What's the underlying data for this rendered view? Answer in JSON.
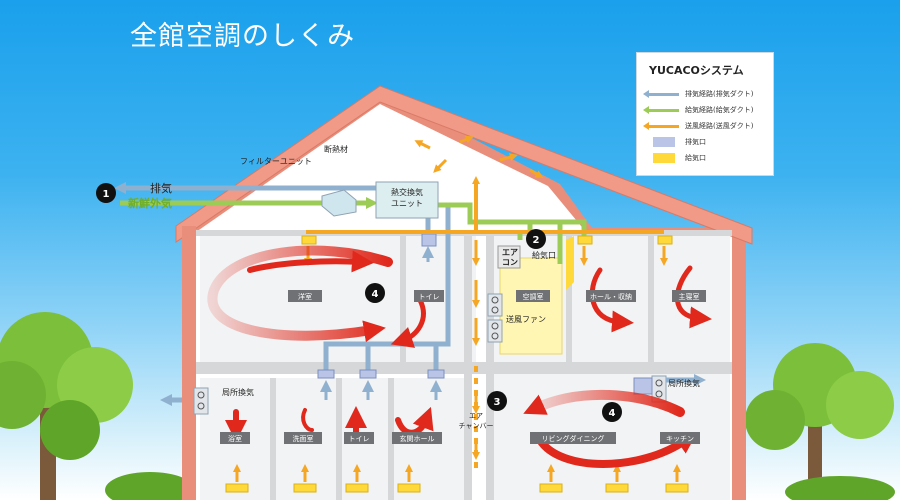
{
  "title": "全館空調のしくみ",
  "legend": {
    "title": "YUCACOシステム",
    "items": [
      {
        "label": "排気経路(排気ダクト)",
        "color": "#8fb0cf",
        "kind": "arrow"
      },
      {
        "label": "給気経路(給気ダクト)",
        "color": "#9ccc56",
        "kind": "arrow"
      },
      {
        "label": "送風経路(送風ダクト)",
        "color": "#f5a623",
        "kind": "arrow"
      },
      {
        "label": "排気口",
        "color": "#b9c4e6",
        "kind": "box"
      },
      {
        "label": "給気口",
        "color": "#ffd83a",
        "kind": "box"
      }
    ]
  },
  "labels": {
    "exhaust": "排気",
    "fresh_air": "新鮮外気",
    "filter_unit": "フィルターユニット",
    "insulation": "断熱材",
    "heat_exchanger_l1": "熱交換気",
    "heat_exchanger_l2": "ユニット",
    "aircon_l1": "エア",
    "aircon_l2": "コン",
    "supply_port": "給気口",
    "ac_room": "空調室",
    "blower_fan": "送風ファン",
    "air_chamber_l1": "エア",
    "air_chamber_l2": "チャンバー",
    "local_vent_left": "局所換気",
    "local_vent_right": "局所換気"
  },
  "rooms": {
    "western": "洋室",
    "toilet_up": "トイレ",
    "hall_storage": "ホール・収納",
    "master": "主寝室",
    "bath": "浴室",
    "washroom": "洗面室",
    "toilet_down": "トイレ",
    "entrance_hall": "玄関ホール",
    "living_dining": "リビングダイニング",
    "kitchen": "キッチン"
  },
  "markers": [
    "1",
    "2",
    "3",
    "4",
    "4"
  ],
  "colors": {
    "sky_top": "#1aa0ec",
    "roof": "#e88e7b",
    "exhaust": "#8fb0cf",
    "supply": "#9ccc56",
    "blow": "#f5a623",
    "circulation": "#e0291c",
    "yellow": "#ffd83a"
  }
}
